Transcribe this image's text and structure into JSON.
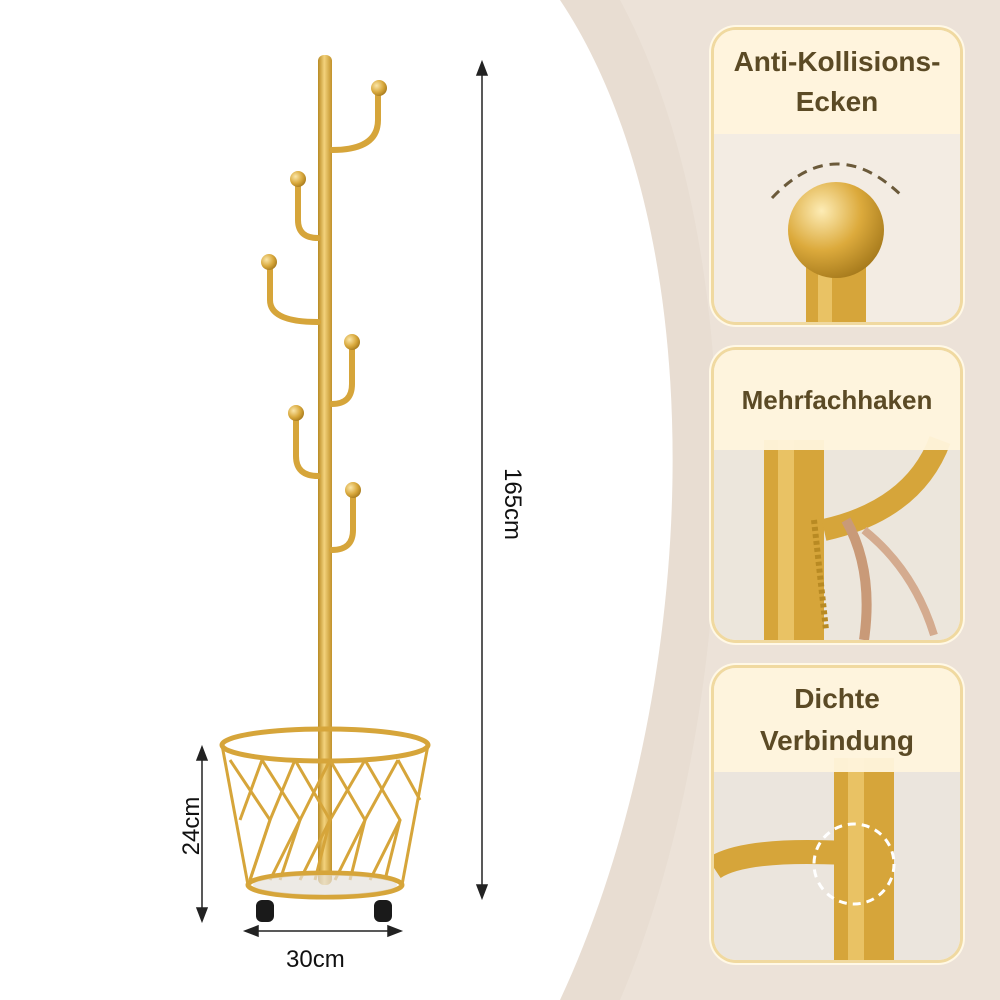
{
  "dimensions": {
    "height_label": "165cm",
    "base_height_label": "24cm",
    "width_label": "30cm"
  },
  "features": [
    {
      "title_line1": "Anti-Kollisions-",
      "title_line2": "Ecken",
      "icon": "ball-tip-icon"
    },
    {
      "title_line1": "Mehrfachhaken",
      "title_line2": "",
      "icon": "hook-closeup-icon"
    },
    {
      "title_line1": "Dichte",
      "title_line2": "Verbindung",
      "icon": "joint-closeup-icon"
    }
  ],
  "colors": {
    "gold": "#d7a93a",
    "gold_light": "#f1cf76",
    "background_beige": "#e9e0d6",
    "card_header": "#fff4dc",
    "text_brown": "#5b4a25"
  }
}
